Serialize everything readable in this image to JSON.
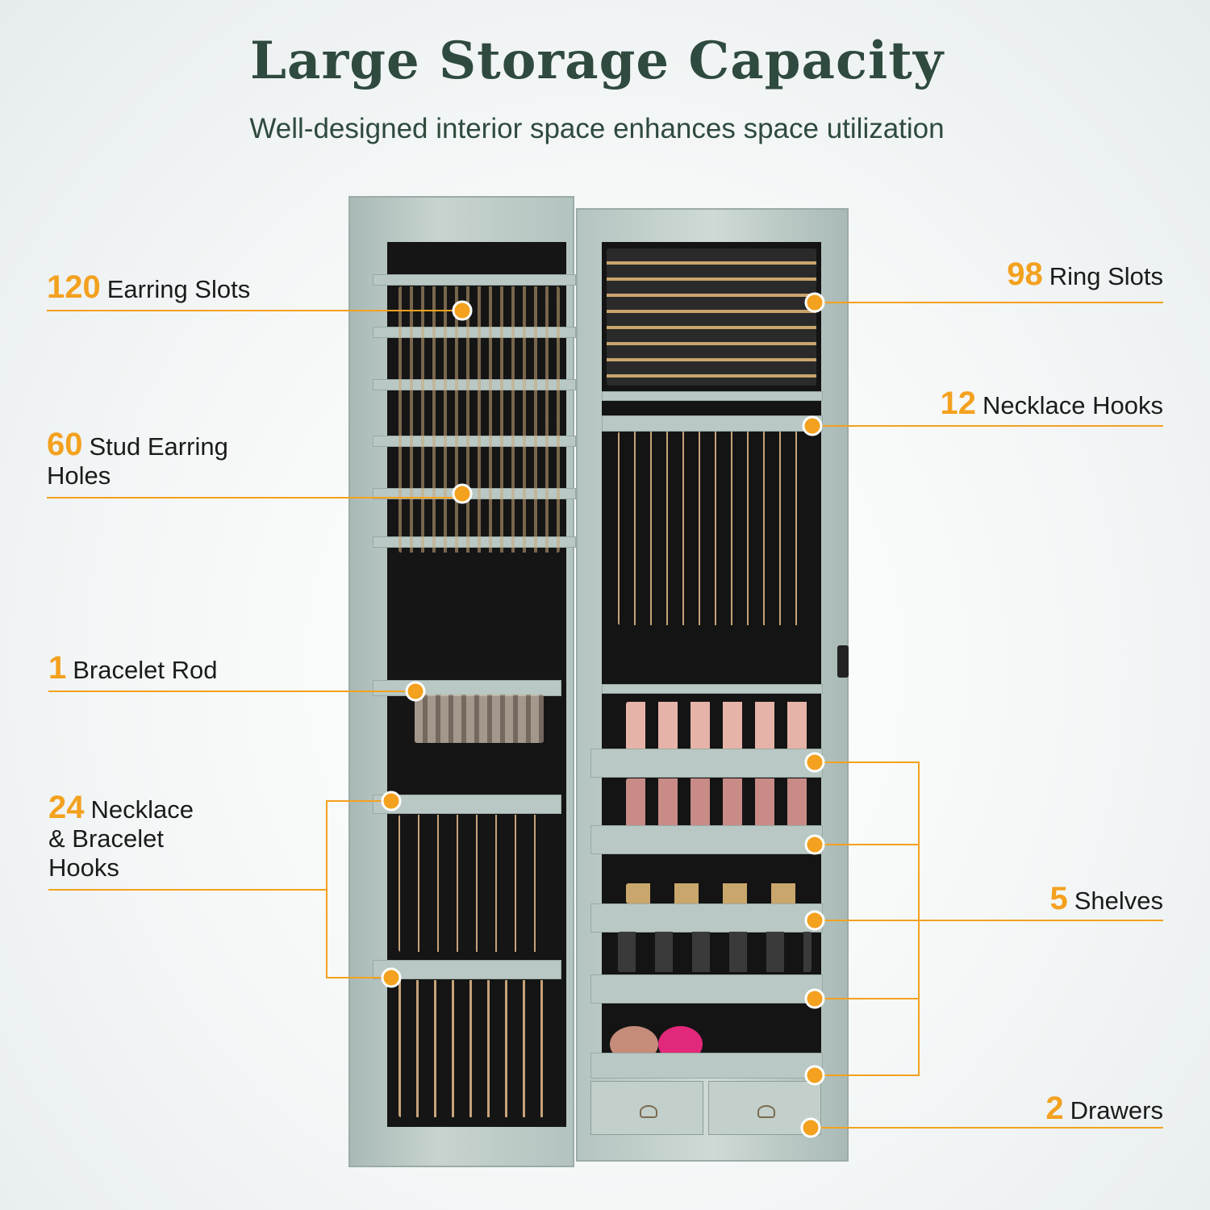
{
  "header": {
    "title": "Large Storage Capacity",
    "subtitle": "Well-designed interior space enhances space utilization"
  },
  "colors": {
    "accent": "#f3a11f",
    "title": "#2f4a3e",
    "cabinet": "#b9c8c4"
  },
  "callouts": {
    "earring_slots": {
      "num": "120",
      "label": "Earring Slots"
    },
    "stud_holes": {
      "num": "60",
      "label": "Stud Earring",
      "label2": "Holes"
    },
    "bracelet_rod": {
      "num": "1",
      "label": "Bracelet Rod"
    },
    "necklace_bracelet_hooks": {
      "num": "24",
      "label": "Necklace",
      "label2": "& Bracelet",
      "label3": "Hooks"
    },
    "ring_slots": {
      "num": "98",
      "label": "Ring Slots"
    },
    "necklace_hooks": {
      "num": "12",
      "label": "Necklace Hooks"
    },
    "shelves": {
      "num": "5",
      "label": "Shelves"
    },
    "drawers": {
      "num": "2",
      "label": "Drawers"
    }
  }
}
